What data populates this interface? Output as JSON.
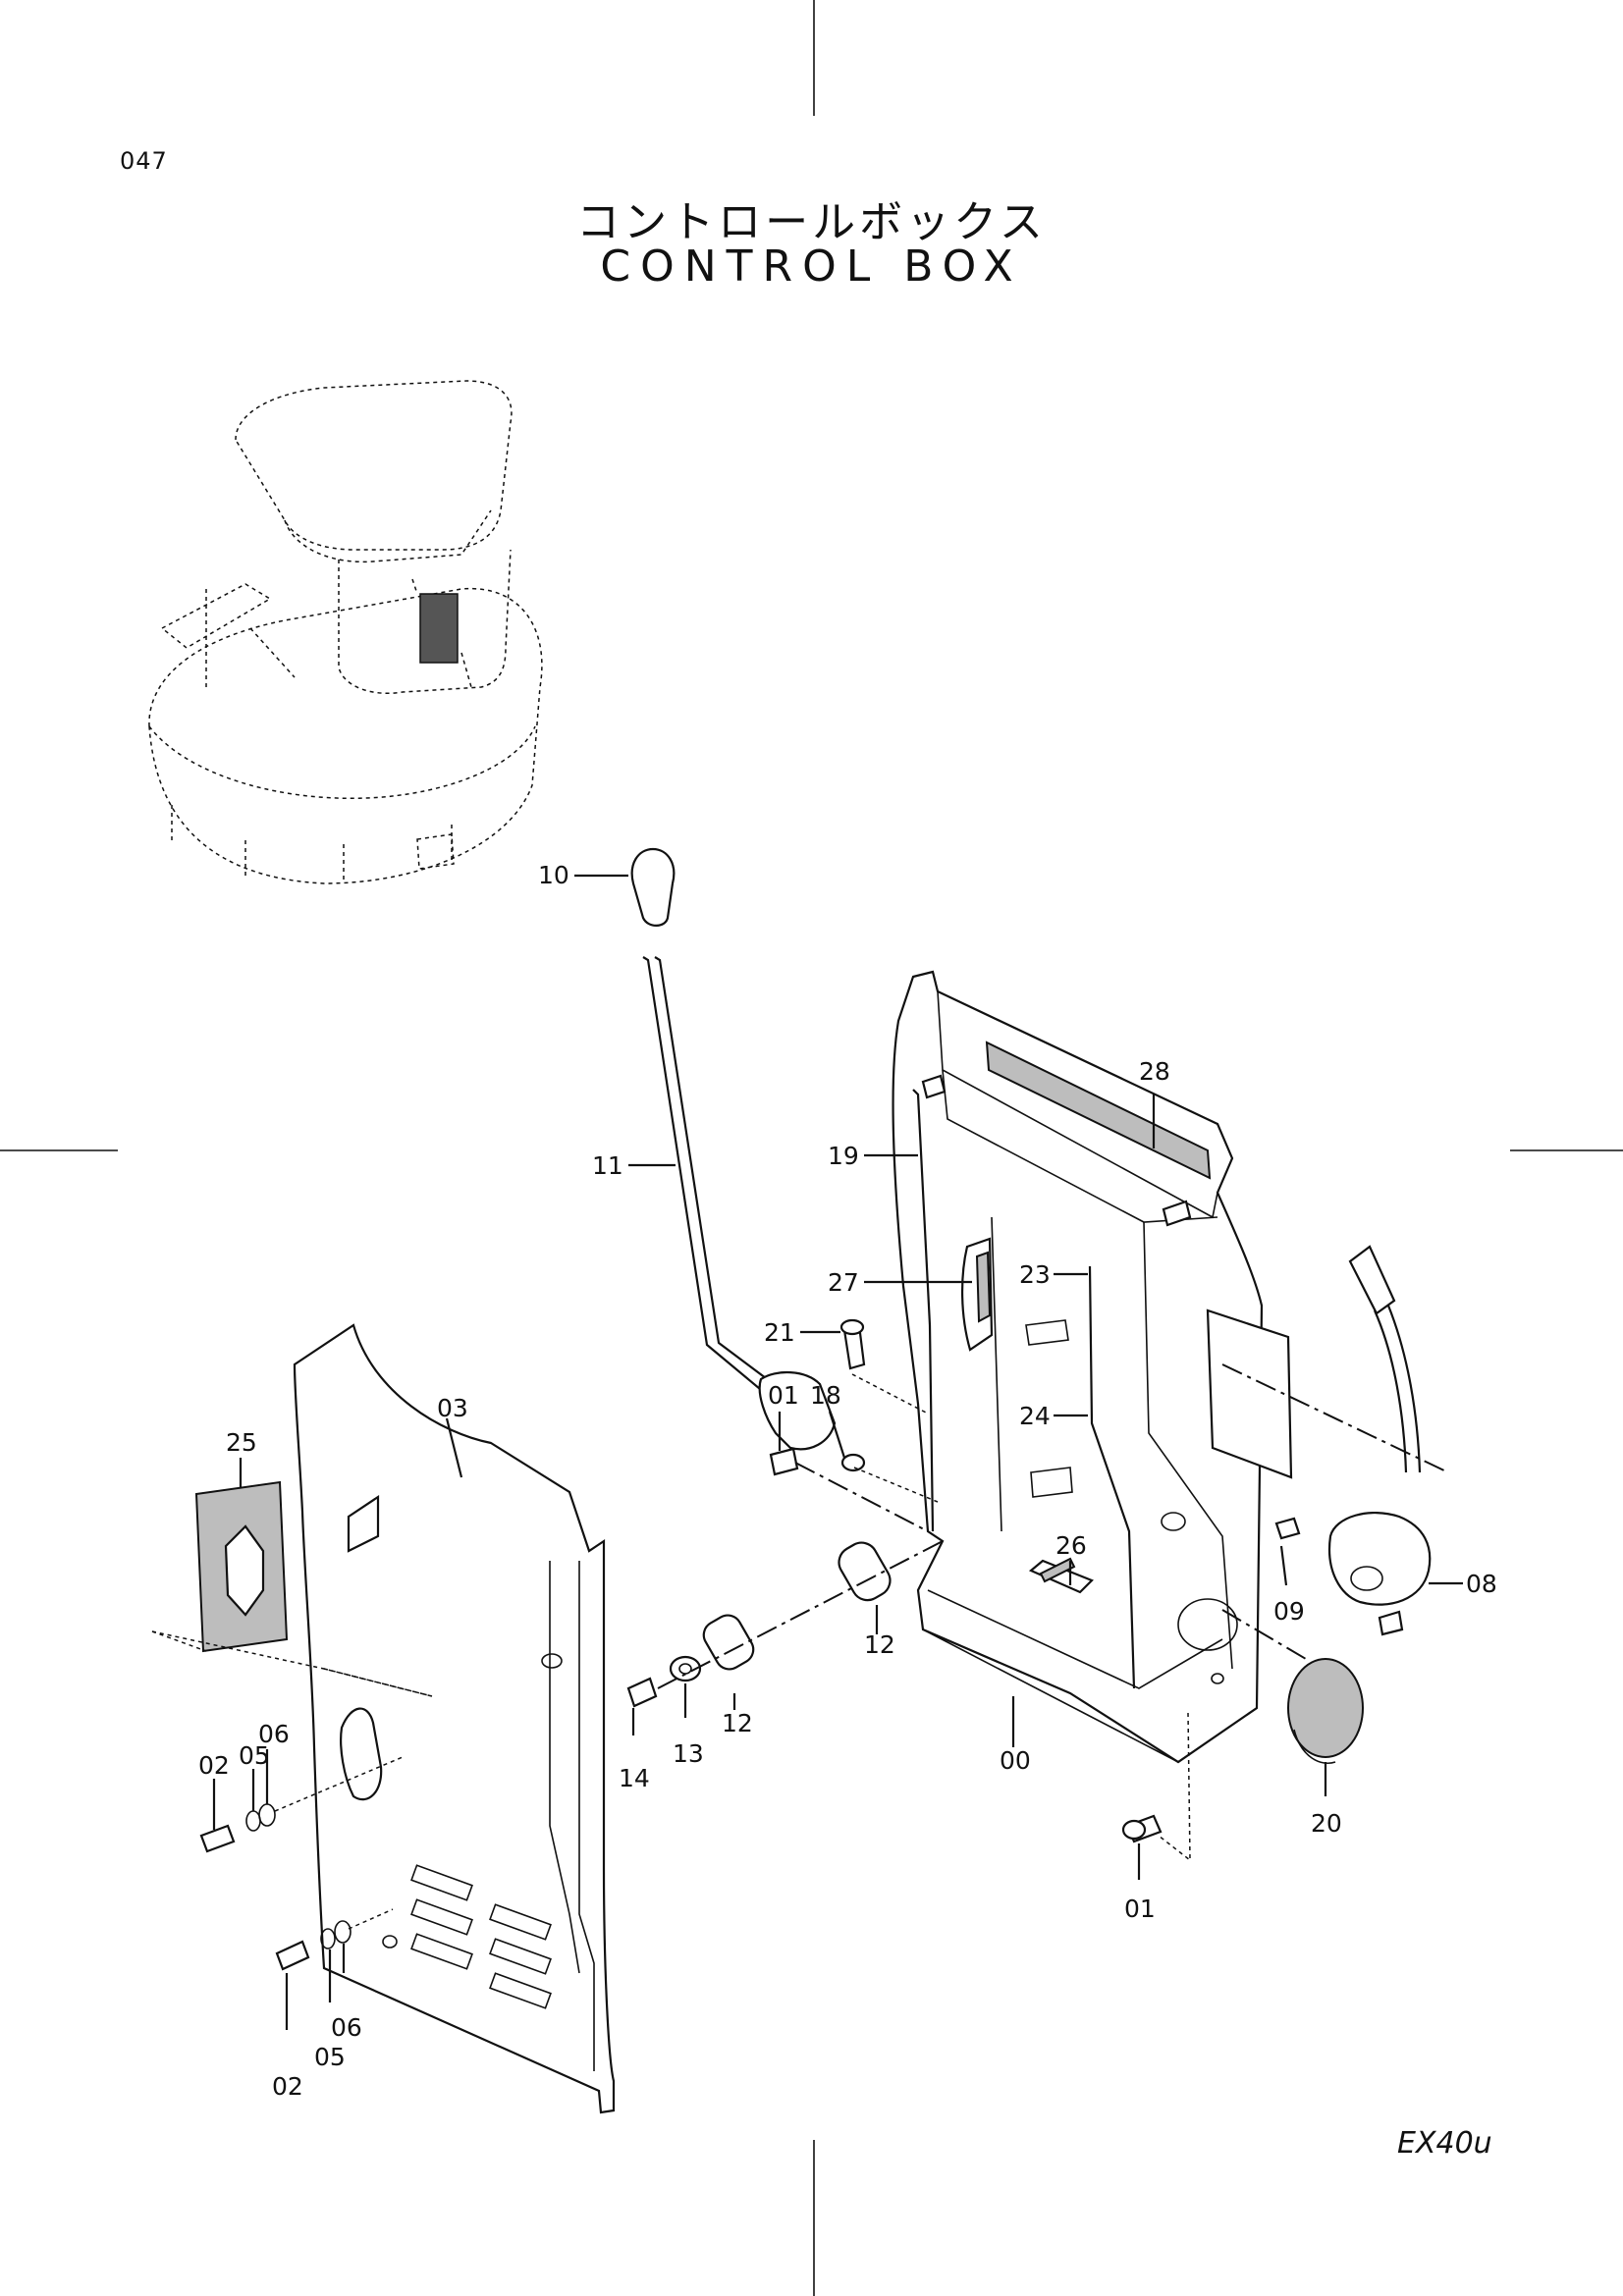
{
  "page_number": "047",
  "title_jp": "コントロールボックス",
  "title_en": "CONTROL  BOX",
  "model": "EX40u",
  "callouts": {
    "c10": "10",
    "c11": "11",
    "c19": "19",
    "c28": "28",
    "c27": "27",
    "c23": "23",
    "c21": "21",
    "c01a": "01",
    "c18": "18",
    "c24": "24",
    "c03": "03",
    "c25": "25",
    "c09": "09",
    "c08": "08",
    "c26": "26",
    "c12a": "12",
    "c12b": "12",
    "c13": "13",
    "c14": "14",
    "c00": "00",
    "c06a": "06",
    "c05a": "05",
    "c02a": "02",
    "c20": "20",
    "c01b": "01",
    "c06b": "06",
    "c05b": "05",
    "c02b": "02"
  }
}
